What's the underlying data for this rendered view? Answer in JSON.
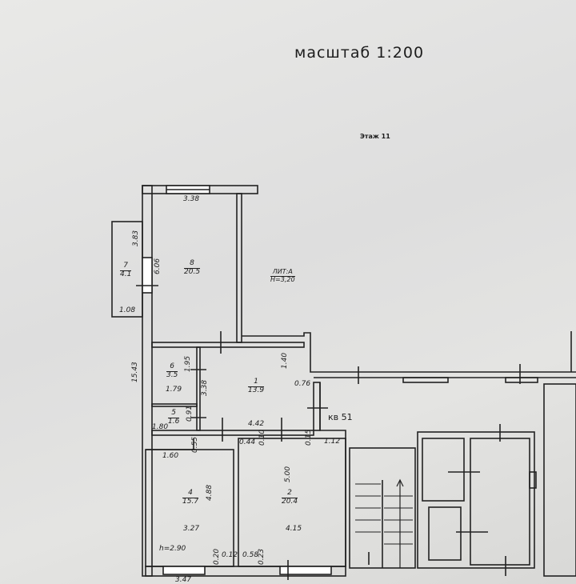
{
  "header": {
    "scale": "масштаб 1:200",
    "floor": "Этаж 11"
  },
  "building": {
    "litera": "ЛИТ:А",
    "height": "Н=3,20",
    "apartment": "кв 51"
  },
  "rooms": [
    {
      "number": "8",
      "area": "20.5"
    },
    {
      "number": "7",
      "area": "4.1"
    },
    {
      "number": "6",
      "area": "3.5"
    },
    {
      "number": "5",
      "area": "1.6"
    },
    {
      "number": "1",
      "area": "13.9"
    },
    {
      "number": "4",
      "area": "15.7"
    },
    {
      "number": "2",
      "area": "20.4"
    }
  ],
  "dimensions": {
    "d338a": "3.38",
    "d383": "3.83",
    "d606": "6.06",
    "d108": "1.08",
    "d1543": "15.43",
    "d195": "1.95",
    "d179": "1.79",
    "d338b": "3.38",
    "d140": "1.40",
    "d076": "0.76",
    "d091": "0.91",
    "d180": "1.80",
    "d442": "4.42",
    "d055": "0.55",
    "d044": "0.44",
    "d010": "0.10",
    "d015": "0.15",
    "d112": "1.12",
    "d160": "1.60",
    "d488": "4.88",
    "d500": "5.00",
    "d327": "3.27",
    "d415": "4.15",
    "h290": "h=2.90",
    "d020": "0.20",
    "d012": "0.12",
    "d058": "0.58",
    "d023": "0.23",
    "d347": "3.47"
  }
}
